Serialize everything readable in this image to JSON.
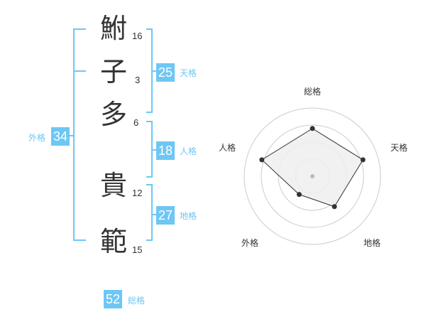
{
  "characters": [
    {
      "char": "鮒",
      "strokes": "16"
    },
    {
      "char": "子",
      "strokes": "3"
    },
    {
      "char": "多",
      "strokes": "6"
    },
    {
      "char": "貴",
      "strokes": "12"
    },
    {
      "char": "範",
      "strokes": "15"
    }
  ],
  "fortunes": {
    "tenkaku": {
      "value": "25",
      "label": "天格"
    },
    "jinkaku": {
      "value": "18",
      "label": "人格"
    },
    "chikaku": {
      "value": "27",
      "label": "地格"
    },
    "gaikaku": {
      "value": "34",
      "label": "外格"
    },
    "soukaku": {
      "value": "52",
      "label": "総格"
    }
  },
  "radar": {
    "axes": [
      "総格",
      "天格",
      "地格",
      "外格",
      "人格"
    ],
    "values": [
      0.7,
      0.78,
      0.55,
      0.33,
      0.78
    ],
    "max": 1,
    "rings": 4,
    "fill_color": "#eeeeee",
    "line_color": "#333333",
    "ring_color": "#cccccc"
  },
  "colors": {
    "accent": "#6dc7f5",
    "label": "#6dc7f5",
    "text": "#333333"
  }
}
